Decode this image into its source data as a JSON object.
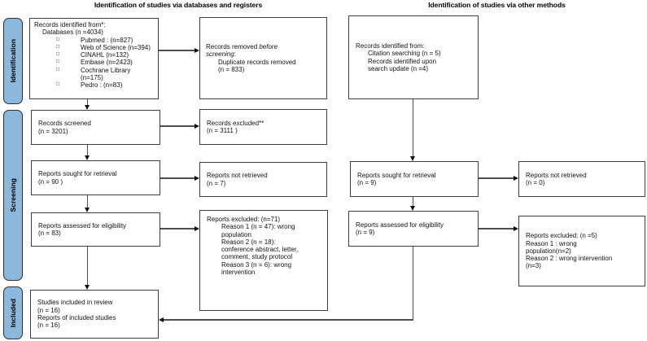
{
  "headers": {
    "databases": "Identification of studies via databases and registers",
    "other": "Identification of studies via other methods"
  },
  "stages": {
    "identification": "Identification",
    "screening": "Screening",
    "included": "Included"
  },
  "colors": {
    "stage_fill": "#8CB8DC",
    "box_border": "#3d3d3d",
    "connector": "#4e4e4e"
  },
  "boxes": {
    "records_identified_db": {
      "line1": "Records identified from*:",
      "line2": "Databases (n =4034)",
      "bullet": "□",
      "items": [
        "Pubmed : (n=827)",
        "Web of Science (n=394)",
        "CINAHL (n=132)",
        "Embase (n=2423)",
        "Cochrane Library",
        "(n=175)",
        "Pedro : (n=83)"
      ]
    },
    "records_removed": {
      "prefix": "Records removed ",
      "italic1": "before",
      "italic2": "screening",
      "suffix": ":",
      "detail1": "Duplicate records removed",
      "detail2": "(n = 833)"
    },
    "records_identified_other": {
      "line1": "Records identified from:",
      "line2": "Citation searching (n = 5)",
      "line3": "Records identified upon",
      "line4": "search update (n =4)"
    },
    "records_screened": {
      "line1": "Records screened",
      "line2": "(n = 3201)"
    },
    "records_excluded": {
      "line1": "Records excluded**",
      "line2": "(n = 3111 )"
    },
    "reports_sought_db": {
      "line1": "Reports sought for retrieval",
      "line2": "(n = 90 )"
    },
    "reports_not_retrieved_db": {
      "line1": "Reports not retrieved",
      "line2": "(n = 7)"
    },
    "reports_sought_other": {
      "line1": "Reports sought for retrieval",
      "line2": "(n = 9)"
    },
    "reports_not_retrieved_other": {
      "line1": "Reports not retrieved",
      "line2": "(n = 0)"
    },
    "reports_assessed_db": {
      "line1": "Reports assessed for eligibility",
      "line2": "(n = 83)"
    },
    "reports_excluded_db": {
      "title": "Reports excluded: (n=71)",
      "lines": [
        "Reason 1 (n = 47): wrong",
        "population",
        "Reason 2 (n = 18):",
        "conference abstract, letter,",
        "comment, study protocol",
        "Reason 3 (n = 6): wrong",
        "intervention"
      ]
    },
    "reports_assessed_other": {
      "line1": "Reports assessed for eligibility",
      "line2": "(n = 9)"
    },
    "reports_excluded_other": {
      "lines": [
        "Reports excluded: (n =5)",
        "Reason 1 : wrong",
        "population(n=2)",
        "Reason 2 : wrong intervention",
        "(n=3)"
      ]
    },
    "studies_included": {
      "line1": "Studies included in review",
      "line2": "(n = 16)",
      "line3": "Reports of included studies",
      "line4": "(n = 16)"
    }
  }
}
